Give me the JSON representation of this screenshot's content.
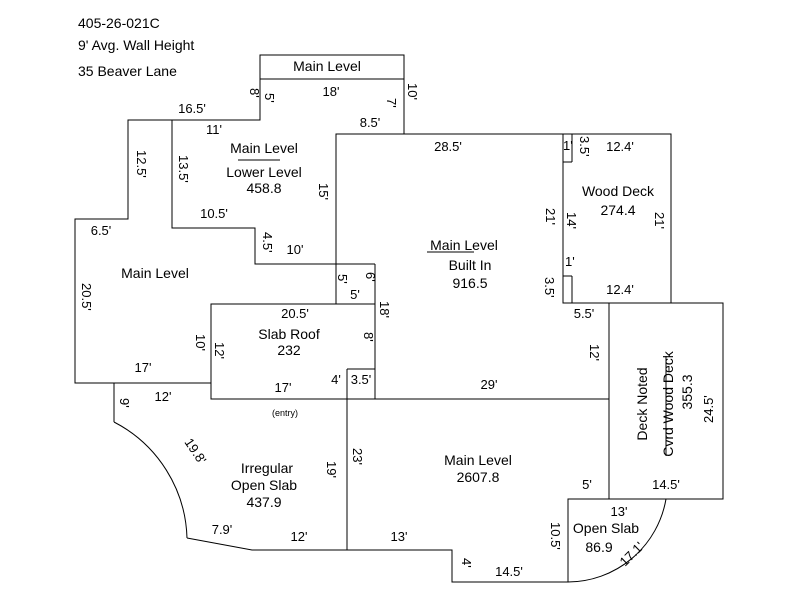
{
  "header": {
    "parcel": "405-26-021C",
    "wall_height": "9' Avg. Wall Height",
    "address": "35 Beaver Lane"
  },
  "areas": {
    "top_main": "Main Level",
    "lower_name1": "Main Level",
    "lower_name2": "Lower Level",
    "lower_area": "458.8",
    "left_main": "Main Level",
    "builtin_name1": "Main Level",
    "builtin_name2": "Built In",
    "builtin_area": "916.5",
    "wood_deck_name": "Wood Deck",
    "wood_deck_area": "274.4",
    "slab_roof_name": "Slab Roof",
    "slab_roof_area": "232",
    "entry_note": "(entry)",
    "irregular_name1": "Irregular",
    "irregular_name2": "Open Slab",
    "irregular_area": "437.9",
    "main_bottom_name": "Main Level",
    "main_bottom_area": "2607.8",
    "cvrd_name1": "Deck Noted",
    "cvrd_name2": "Cvrd Wood Deck",
    "cvrd_area": "355.3",
    "open_slab_name": "Open Slab",
    "open_slab_area": "86.9"
  },
  "dims": {
    "d_8": "8'",
    "d_5": "5'",
    "d_18_top": "18'",
    "d_7": "7'",
    "d_10_top": "10'",
    "d_8_5": "8.5'",
    "d_16_5": "16.5'",
    "d_11": "11'",
    "d_12_5": "12.5'",
    "d_13_5": "13.5'",
    "d_15": "15'",
    "d_28_5": "28.5'",
    "d_1_top": "1'",
    "d_3_5_top": "3.5'",
    "d_12_4_top": "12.4'",
    "d_10_5_left": "10.5'",
    "d_4_5": "4.5'",
    "d_10_mid": "10'",
    "d_6_5": "6.5'",
    "d_21_left": "21'",
    "d_14": "14'",
    "d_21_right": "21'",
    "d_5_small": "5'",
    "d_6": "6'",
    "d_5_mid": "5'",
    "d_1_bot": "1'",
    "d_3_5_bot": "3.5'",
    "d_12_4_bot": "12.4'",
    "d_20_5_left": "20.5'",
    "d_20_5_slab": "20.5'",
    "d_18_mid": "18'",
    "d_5_5": "5.5'",
    "d_10_slab": "10'",
    "d_12_slab": "12'",
    "d_8_slab": "8'",
    "d_12_right": "12'",
    "d_17_left": "17'",
    "d_12_bot": "12'",
    "d_17_slab": "17'",
    "d_4_slab": "4'",
    "d_3_5_mid": "3.5'",
    "d_29": "29'",
    "d_24_5": "24.5'",
    "d_9": "9'",
    "d_19_8": "19.8'",
    "d_19": "19'",
    "d_23": "23'",
    "d_5_bot": "5'",
    "d_14_5_deck": "14.5'",
    "d_13_slab": "13'",
    "d_7_9": "7.9'",
    "d_12_irr": "12'",
    "d_13_main": "13'",
    "d_10_5_bot": "10.5'",
    "d_4_bot": "4'",
    "d_14_5_bot": "14.5'",
    "d_17_1": "17.1'"
  }
}
